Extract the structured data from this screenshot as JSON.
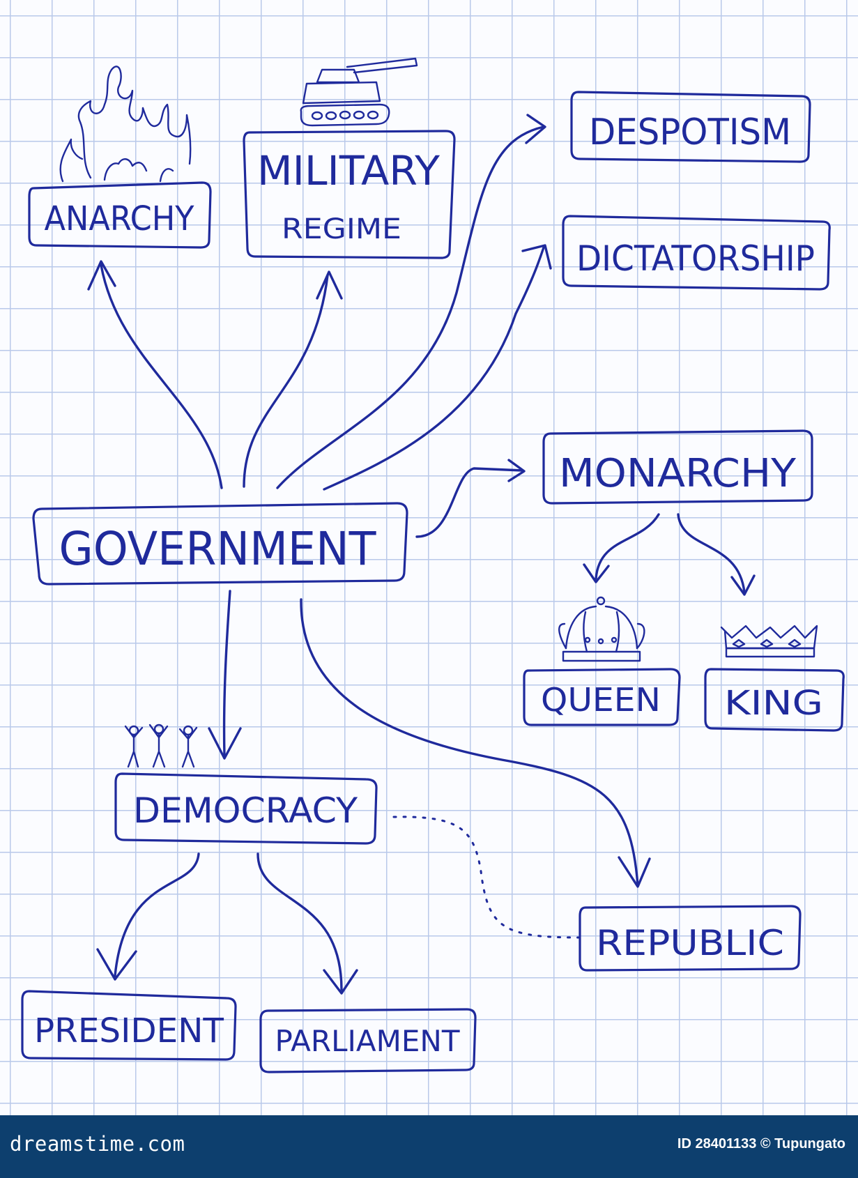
{
  "diagram": {
    "nodes": {
      "government": "GOVERNMENT",
      "anarchy": "ANARCHY",
      "military_line1": "MILITARY",
      "military_line2": "REGIME",
      "despotism": "DESPOTISM",
      "dictatorship": "DICTATORSHIP",
      "monarchy": "MONARCHY",
      "queen": "QUEEN",
      "king": "KING",
      "democracy": "DEMOCRACY",
      "republic": "REPUBLIC",
      "president": "PRESIDENT",
      "parliament": "PARLIAMENT"
    },
    "ink_color": "#1f2a9c",
    "grid_color": "#b9c9ea"
  },
  "footer": {
    "brand": "dreamstime.com",
    "id_credit": "ID 28401133 © Tupungato",
    "background": "#0d3f6e"
  }
}
